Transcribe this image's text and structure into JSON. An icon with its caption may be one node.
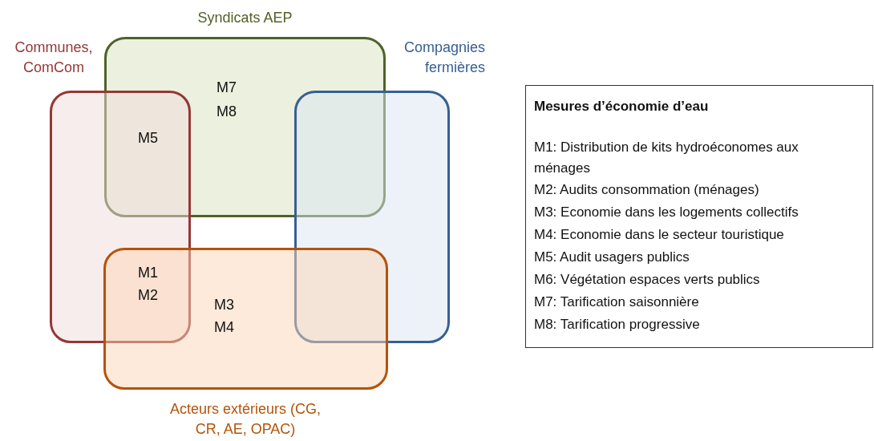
{
  "diagram": {
    "nodes": [
      {
        "text": [
          "Syndicats AEP"
        ]
      },
      {
        "text": [
          "Communes, ComCom"
        ]
      },
      {
        "text": [
          "Compagnies fermières"
        ]
      },
      {
        "text": [
          "Acteurs extérieurs (CG, CR, AE, OPAC)"
        ]
      },
      {
        "text": [
          "Mesures d’économie d’eau",
          "M1: Distribution de kits hydroéconomes aux ménages",
          "M2: Audits consommation (ménages)",
          "M3: Economie dans les logements collectifs",
          "M4: Economie dans le secteur touristique",
          "M5: Audit usagers publics",
          "M6: Végétation espaces verts publics",
          "M7: Tarification saisonnière",
          "M8: Tarification progressive"
        ]
      }
    ],
    "edges": [],
    "labels": [
      "M7",
      "M8",
      "M5",
      "M1",
      "M2",
      "M3",
      "M4"
    ]
  }
}
